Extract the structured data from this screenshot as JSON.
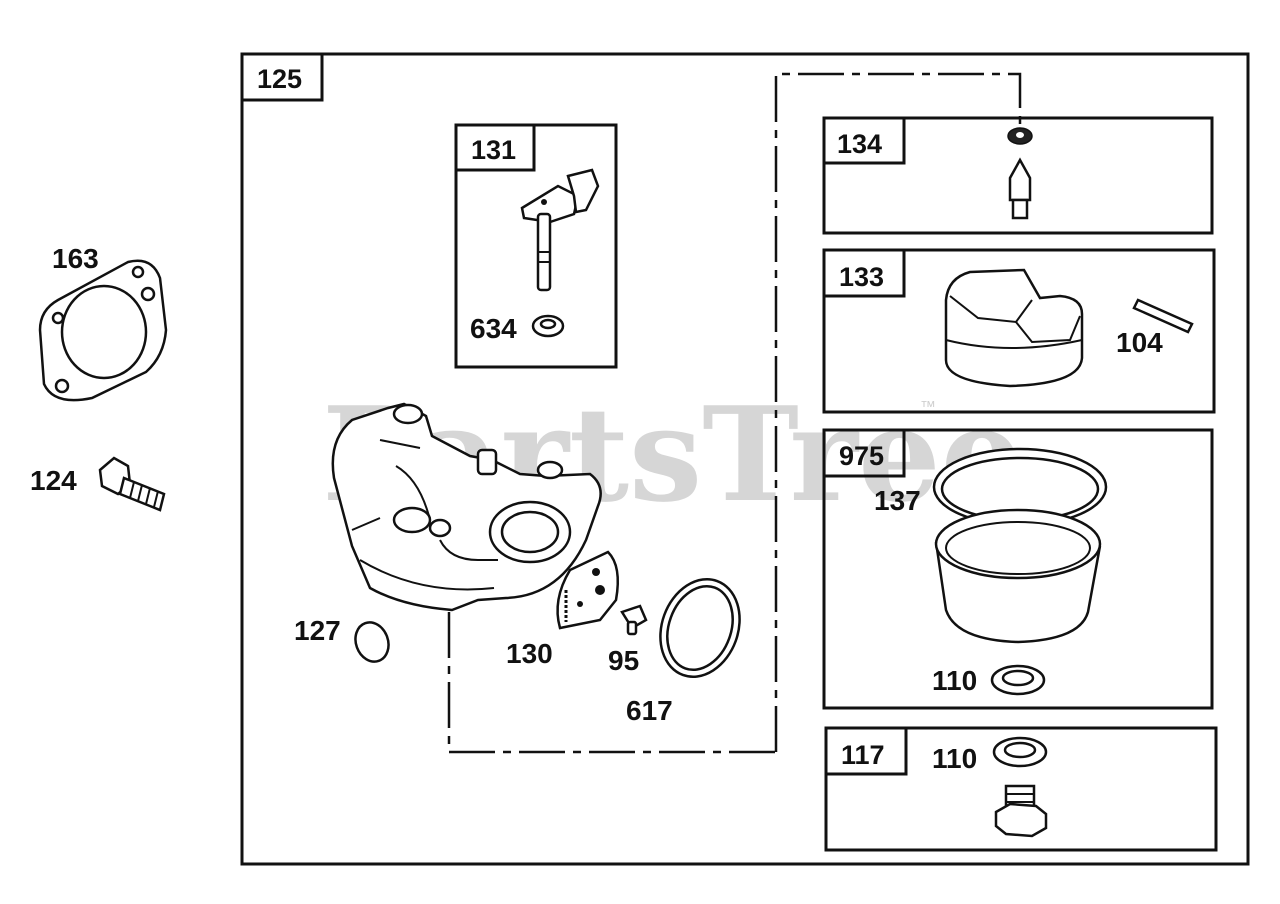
{
  "watermark": {
    "text": "PartsTree",
    "tm": "™"
  },
  "assemblies": {
    "main": "125",
    "float_bowl_kit": "975",
    "needle_kit": "134",
    "float_kit": "133",
    "screw_kit": "117",
    "throttle_kit": "131"
  },
  "part_labels": {
    "p163": "163",
    "p124": "124",
    "p634": "634",
    "p127": "127",
    "p130": "130",
    "p95": "95",
    "p617": "617",
    "p104": "104",
    "p137": "137",
    "p110a": "110",
    "p110b": "110"
  }
}
